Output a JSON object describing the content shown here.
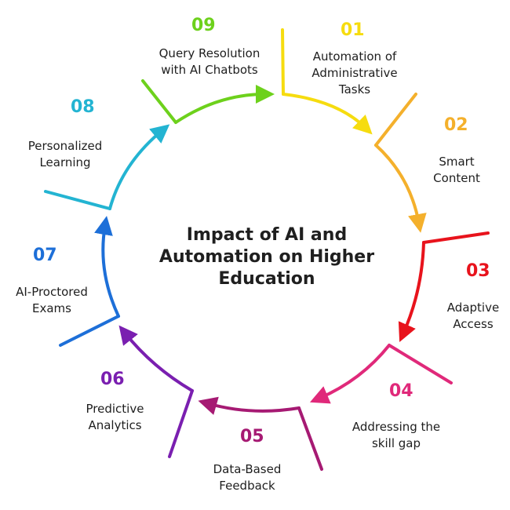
{
  "title_lines": [
    "Impact of AI and",
    "Automation on Higher",
    "Education"
  ],
  "steps": [
    {
      "num": "01",
      "lines": [
        "Automation of",
        "Administrative",
        "Tasks"
      ],
      "color": "#F6DC0F"
    },
    {
      "num": "02",
      "lines": [
        "Smart",
        "Content"
      ],
      "color": "#F4B02C"
    },
    {
      "num": "03",
      "lines": [
        "Adaptive",
        "Access"
      ],
      "color": "#E8131C"
    },
    {
      "num": "04",
      "lines": [
        "Addressing the",
        "skill gap"
      ],
      "color": "#E0297A"
    },
    {
      "num": "05",
      "lines": [
        "Data-Based",
        "Feedback"
      ],
      "color": "#A61A73"
    },
    {
      "num": "06",
      "lines": [
        "Predictive",
        "Analytics"
      ],
      "color": "#7A1FB0"
    },
    {
      "num": "07",
      "lines": [
        "AI-Proctored",
        "Exams"
      ],
      "color": "#1D6FD8"
    },
    {
      "num": "08",
      "lines": [
        "Personalized",
        "Learning"
      ],
      "color": "#23B4D2"
    },
    {
      "num": "09",
      "lines": [
        "Query Resolution",
        "with AI Chatbots"
      ],
      "color": "#6DD11C"
    }
  ]
}
